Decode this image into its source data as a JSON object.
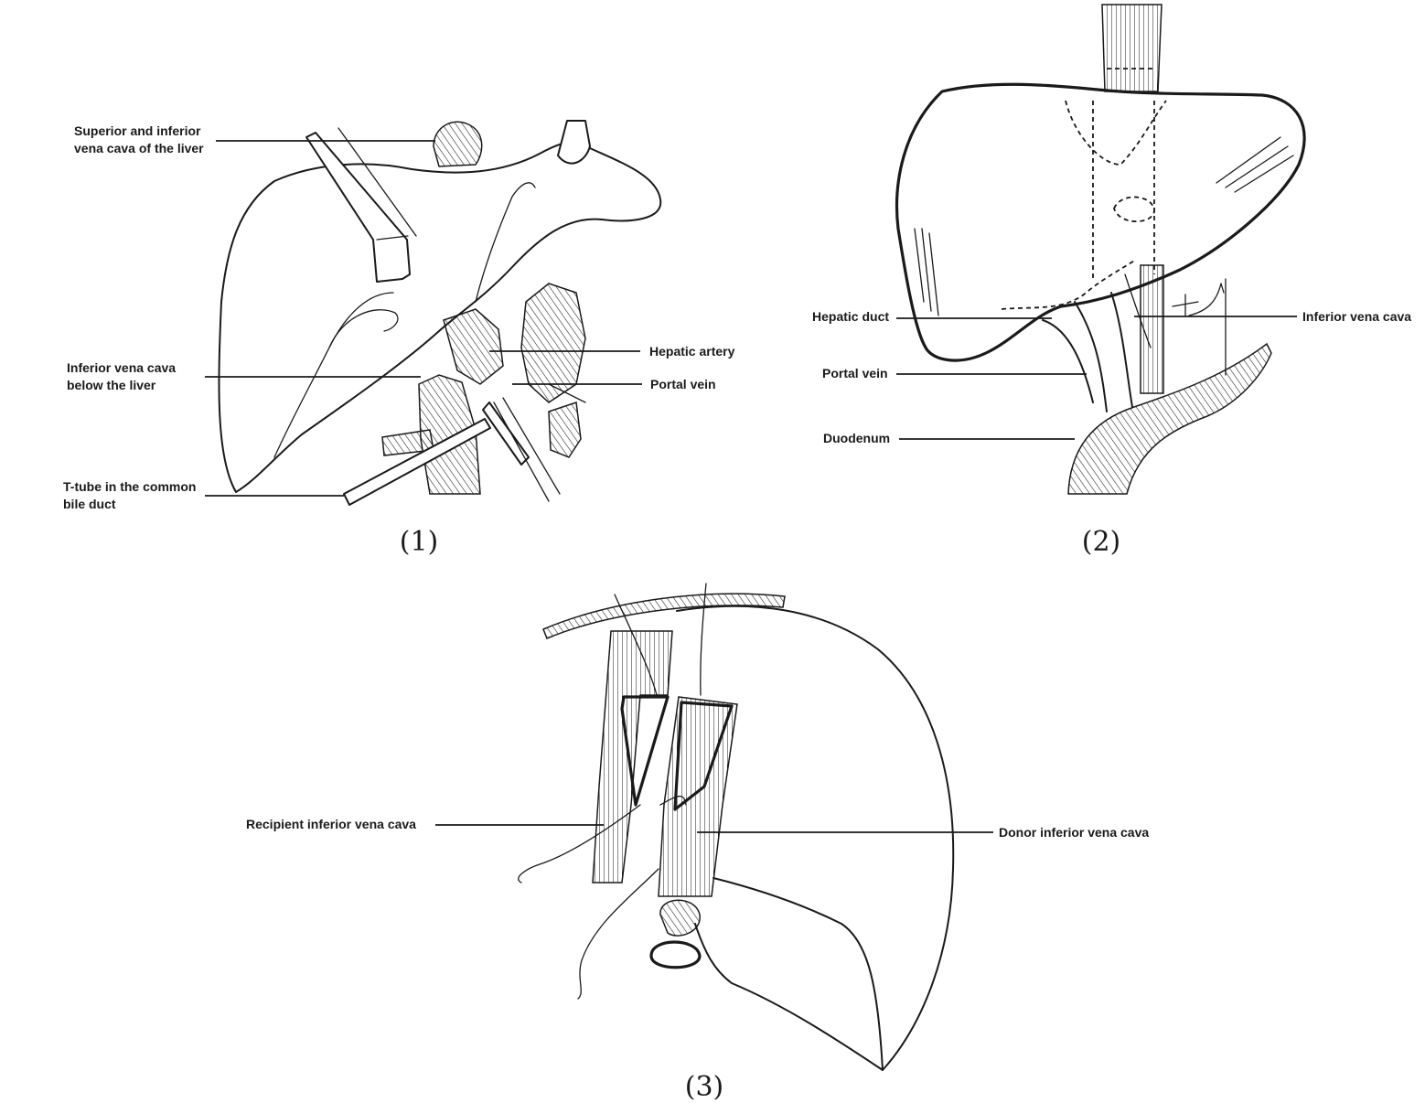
{
  "panels": [
    {
      "caption": "(1)",
      "labels": [
        {
          "lines": [
            "Superior and inferior",
            "vena cava of the liver"
          ]
        },
        {
          "lines": [
            "Inferior vena cava",
            "below the liver"
          ]
        },
        {
          "lines": [
            "T-tube in the common",
            "bile duct"
          ]
        },
        {
          "lines": [
            "Hepatic artery"
          ]
        },
        {
          "lines": [
            "Portal vein"
          ]
        }
      ]
    },
    {
      "caption": "(2)",
      "labels": [
        {
          "lines": [
            "Hepatic duct"
          ]
        },
        {
          "lines": [
            "Portal vein"
          ]
        },
        {
          "lines": [
            "Duodenum"
          ]
        },
        {
          "lines": [
            "Inferior vena cava"
          ]
        }
      ]
    },
    {
      "caption": "(3)",
      "labels": [
        {
          "lines": [
            "Recipient inferior vena cava"
          ]
        },
        {
          "lines": [
            "Donor inferior vena cava"
          ]
        }
      ]
    }
  ]
}
